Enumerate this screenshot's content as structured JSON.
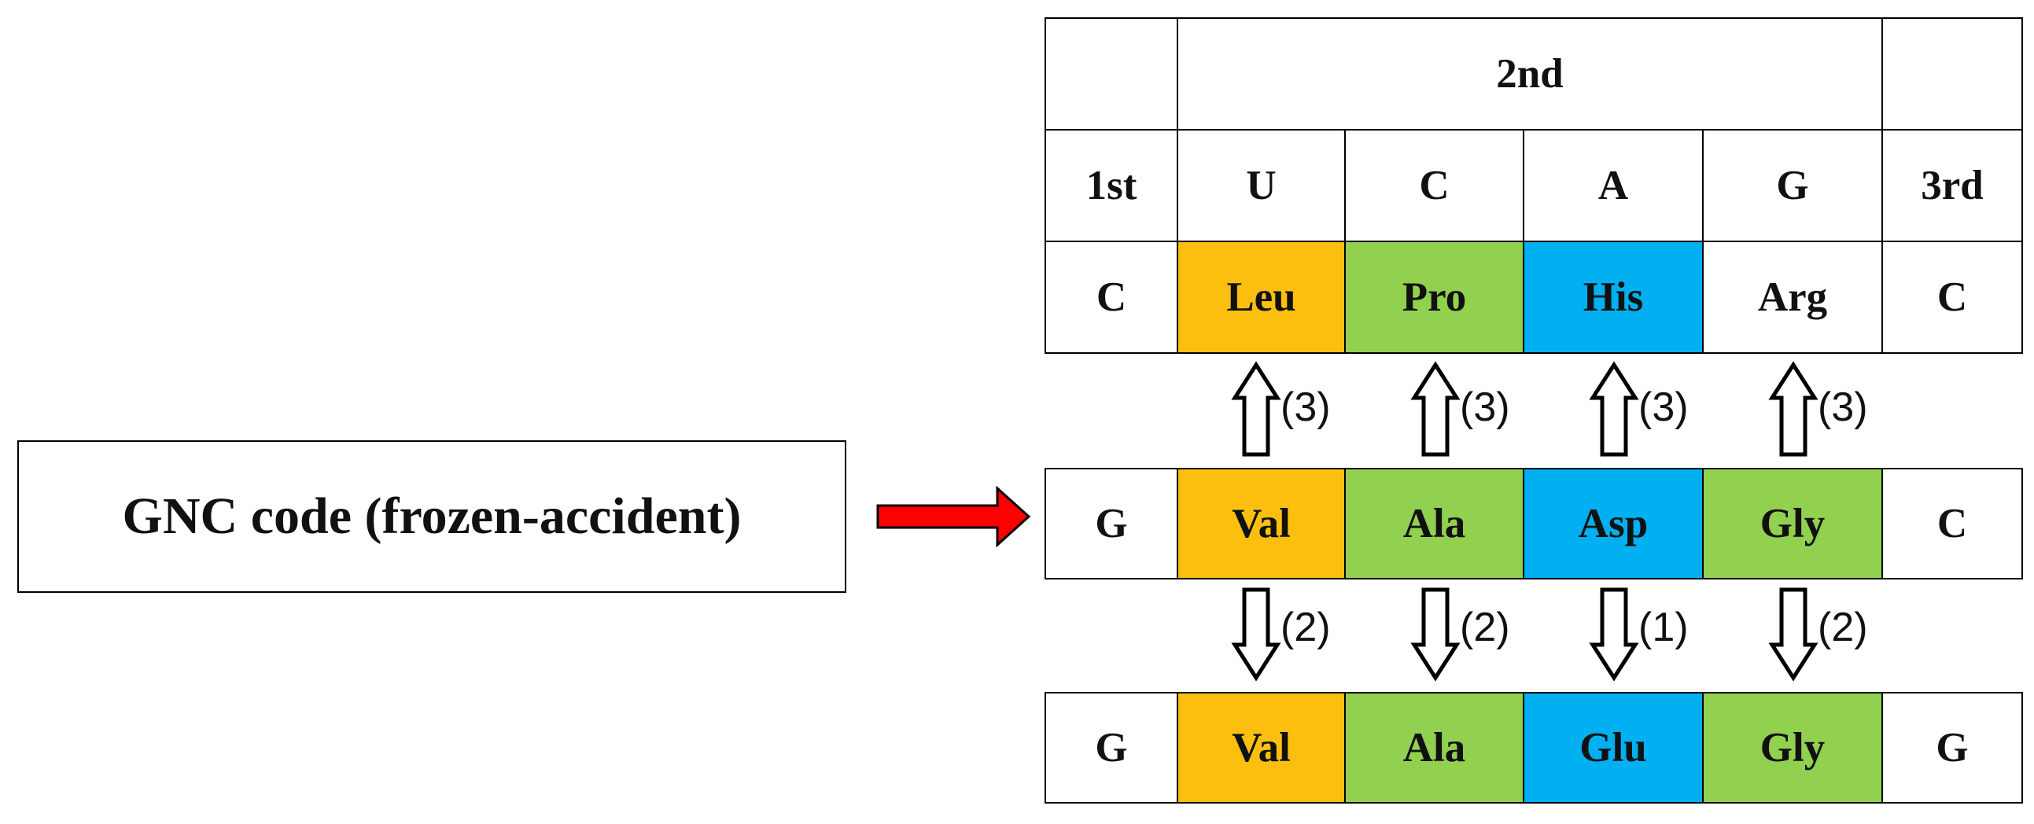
{
  "left_box": {
    "text": "GNC code (frozen-accident)"
  },
  "top_table": {
    "header_2nd": "2nd",
    "header_row": [
      "1st",
      "U",
      "C",
      "A",
      "G",
      "3rd"
    ],
    "row": [
      {
        "text": "C",
        "fill": "white"
      },
      {
        "text": "Leu",
        "fill": "orange"
      },
      {
        "text": "Pro",
        "fill": "green"
      },
      {
        "text": "His",
        "fill": "blue"
      },
      {
        "text": "Arg",
        "fill": "white"
      },
      {
        "text": "C",
        "fill": "white"
      }
    ]
  },
  "middle_row": [
    {
      "text": "G",
      "fill": "white"
    },
    {
      "text": "Val",
      "fill": "orange"
    },
    {
      "text": "Ala",
      "fill": "green"
    },
    {
      "text": "Asp",
      "fill": "blue"
    },
    {
      "text": "Gly",
      "fill": "green"
    },
    {
      "text": "C",
      "fill": "white"
    }
  ],
  "bottom_row": [
    {
      "text": "G",
      "fill": "white"
    },
    {
      "text": "Val",
      "fill": "orange"
    },
    {
      "text": "Ala",
      "fill": "green"
    },
    {
      "text": "Glu",
      "fill": "blue"
    },
    {
      "text": "Gly",
      "fill": "green"
    },
    {
      "text": "G",
      "fill": "white"
    }
  ],
  "up_arrows": [
    "(3)",
    "(3)",
    "(3)",
    "(3)"
  ],
  "down_arrows": [
    "(2)",
    "(2)",
    "(1)",
    "(2)"
  ],
  "colors": {
    "orange": "#fcbf0f",
    "green": "#92d050",
    "blue": "#00b0f0",
    "white": "#ffffff",
    "pointer_arrow": "#ff0000"
  }
}
